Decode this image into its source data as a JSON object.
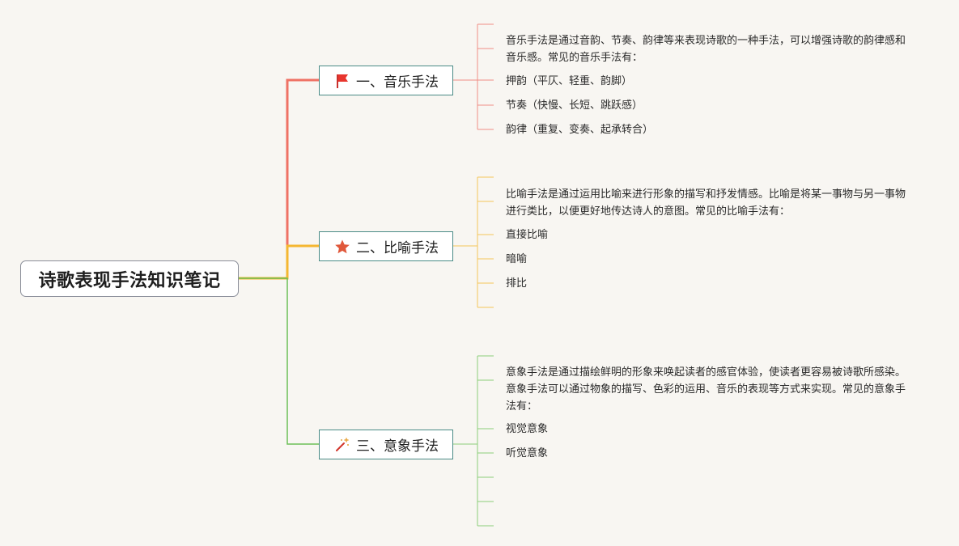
{
  "root": {
    "title": "诗歌表现手法知识笔记"
  },
  "colors": {
    "branch1": "#ef7265",
    "branch2": "#f5b731",
    "branch3": "#6cbf57",
    "node_border": "#4a8b86",
    "root_border": "#8a8e99",
    "background": "#f8f6f2"
  },
  "branches": [
    {
      "label": "一、音乐手法",
      "icon": "red-flag-icon",
      "leaves": [
        "音乐手法是通过音韵、节奏、韵律等来表现诗歌的一种手法，可以增强诗歌的韵律感和音乐感。常见的音乐手法有：",
        "押韵（平仄、轻重、韵脚）",
        "节奏（快慢、长短、跳跃感）",
        "韵律（重复、变奏、起承转合）"
      ]
    },
    {
      "label": "二、比喻手法",
      "icon": "star-icon",
      "leaves": [
        "比喻手法是通过运用比喻来进行形象的描写和抒发情感。比喻是将某一事物与另一事物进行类比，以便更好地传达诗人的意图。常见的比喻手法有：",
        "直接比喻",
        "暗喻",
        "排比"
      ]
    },
    {
      "label": "三、意象手法",
      "icon": "magic-wand-icon",
      "leaves": [
        "意象手法是通过描绘鲜明的形象来唤起读者的感官体验，使读者更容易被诗歌所感染。意象手法可以通过物象的描写、色彩的运用、音乐的表现等方式来实现。常见的意象手法有：",
        "视觉意象",
        "听觉意象"
      ]
    }
  ]
}
